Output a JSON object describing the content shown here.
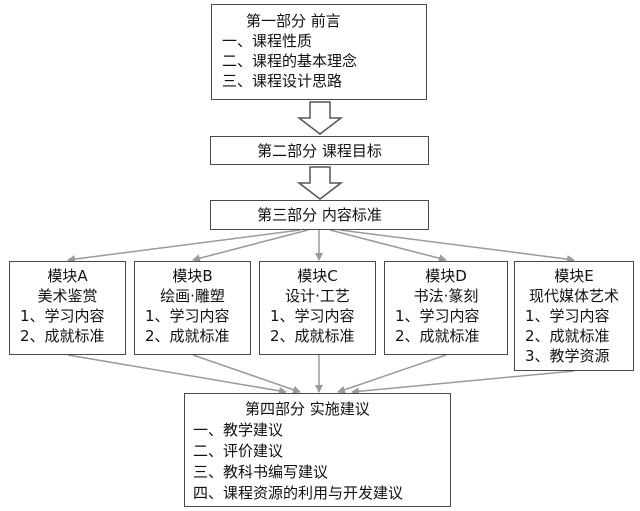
{
  "part1": {
    "title": "第一部分  前言",
    "items": [
      "一、课程性质",
      "二、课程的基本理念",
      "三、课程设计思路"
    ]
  },
  "part2": {
    "title": "第二部分  课程目标"
  },
  "part3": {
    "title": "第三部分  内容标准"
  },
  "modules": [
    {
      "title": "模块A",
      "name": "美术鉴赏",
      "items": [
        "1、学习内容",
        "2、成就标准"
      ]
    },
    {
      "title": "模块B",
      "name": "绘画·雕塑",
      "items": [
        "1、学习内容",
        "2、成就标准"
      ]
    },
    {
      "title": "模块C",
      "name": "设计·工艺",
      "items": [
        "1、学习内容",
        "2、成就标准"
      ]
    },
    {
      "title": "模块D",
      "name": "书法·篆刻",
      "items": [
        "1、学习内容",
        "2、成就标准"
      ]
    },
    {
      "title": "模块E",
      "name": "现代媒体艺术",
      "items": [
        "1、学习内容",
        "2、成就标准",
        "3、教学资源"
      ]
    }
  ],
  "part4": {
    "title": "第四部分  实施建议",
    "items": [
      "一、教学建议",
      "二、评价建议",
      "三、教科书编写建议",
      "四、课程资源的利用与开发建议"
    ]
  },
  "colors": {
    "border": "#4a4a4a",
    "arrow": "#999999",
    "text": "#111111"
  }
}
